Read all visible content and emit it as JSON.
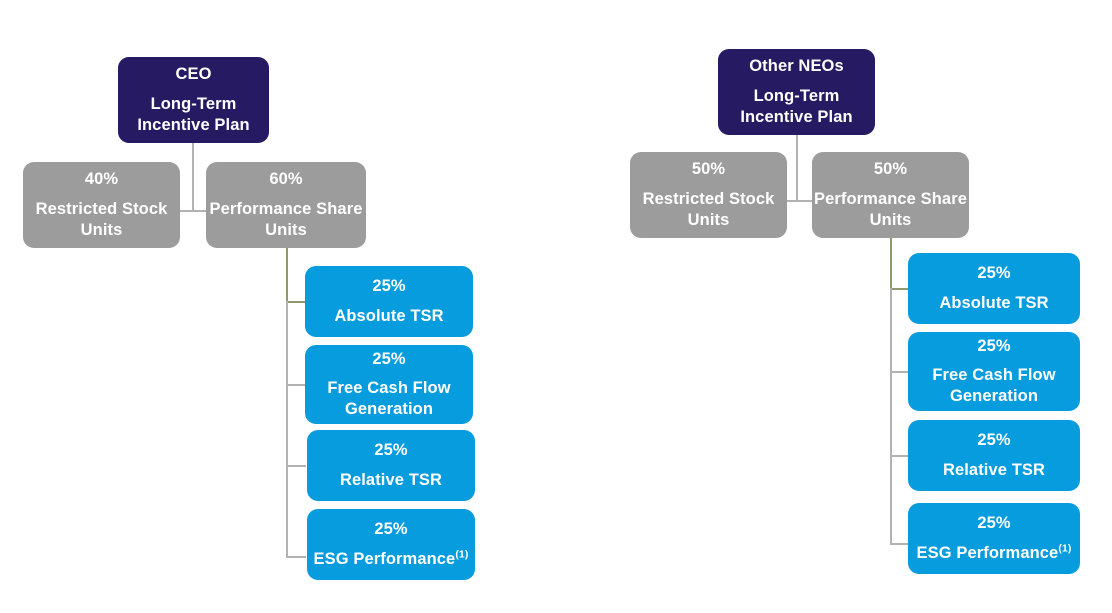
{
  "diagram": {
    "title_hidden": "Long-Term Incentive Plan Structure",
    "colors": {
      "navy": "#261a63",
      "gray": "#9c9c9c",
      "blue": "#079cdd",
      "connector_gray": "#b2b2b2",
      "connector_olive": "#8d9a6c",
      "background": "#ffffff",
      "text": "#ffffff"
    },
    "groups": [
      {
        "id": "ceo",
        "header": {
          "line1": "CEO",
          "line2": "Long-Term Incentive Plan"
        },
        "allocations": [
          {
            "percent": "40%",
            "label": "Restricted Stock Units"
          },
          {
            "percent": "60%",
            "label": "Performance Share Units"
          }
        ],
        "metrics": [
          {
            "percent": "25%",
            "label": "Absolute TSR",
            "footnote": ""
          },
          {
            "percent": "25%",
            "label": "Free Cash Flow Generation",
            "footnote": ""
          },
          {
            "percent": "25%",
            "label": "Relative TSR",
            "footnote": ""
          },
          {
            "percent": "25%",
            "label": "ESG Performance",
            "footnote": "(1)"
          }
        ]
      },
      {
        "id": "other-neos",
        "header": {
          "line1": "Other NEOs",
          "line2": "Long-Term Incentive Plan"
        },
        "allocations": [
          {
            "percent": "50%",
            "label": "Restricted Stock Units"
          },
          {
            "percent": "50%",
            "label": "Performance Share Units"
          }
        ],
        "metrics": [
          {
            "percent": "25%",
            "label": "Absolute TSR",
            "footnote": ""
          },
          {
            "percent": "25%",
            "label": "Free Cash Flow Generation",
            "footnote": ""
          },
          {
            "percent": "25%",
            "label": "Relative TSR",
            "footnote": ""
          },
          {
            "percent": "25%",
            "label": "ESG Performance",
            "footnote": "(1)"
          }
        ]
      }
    ]
  }
}
